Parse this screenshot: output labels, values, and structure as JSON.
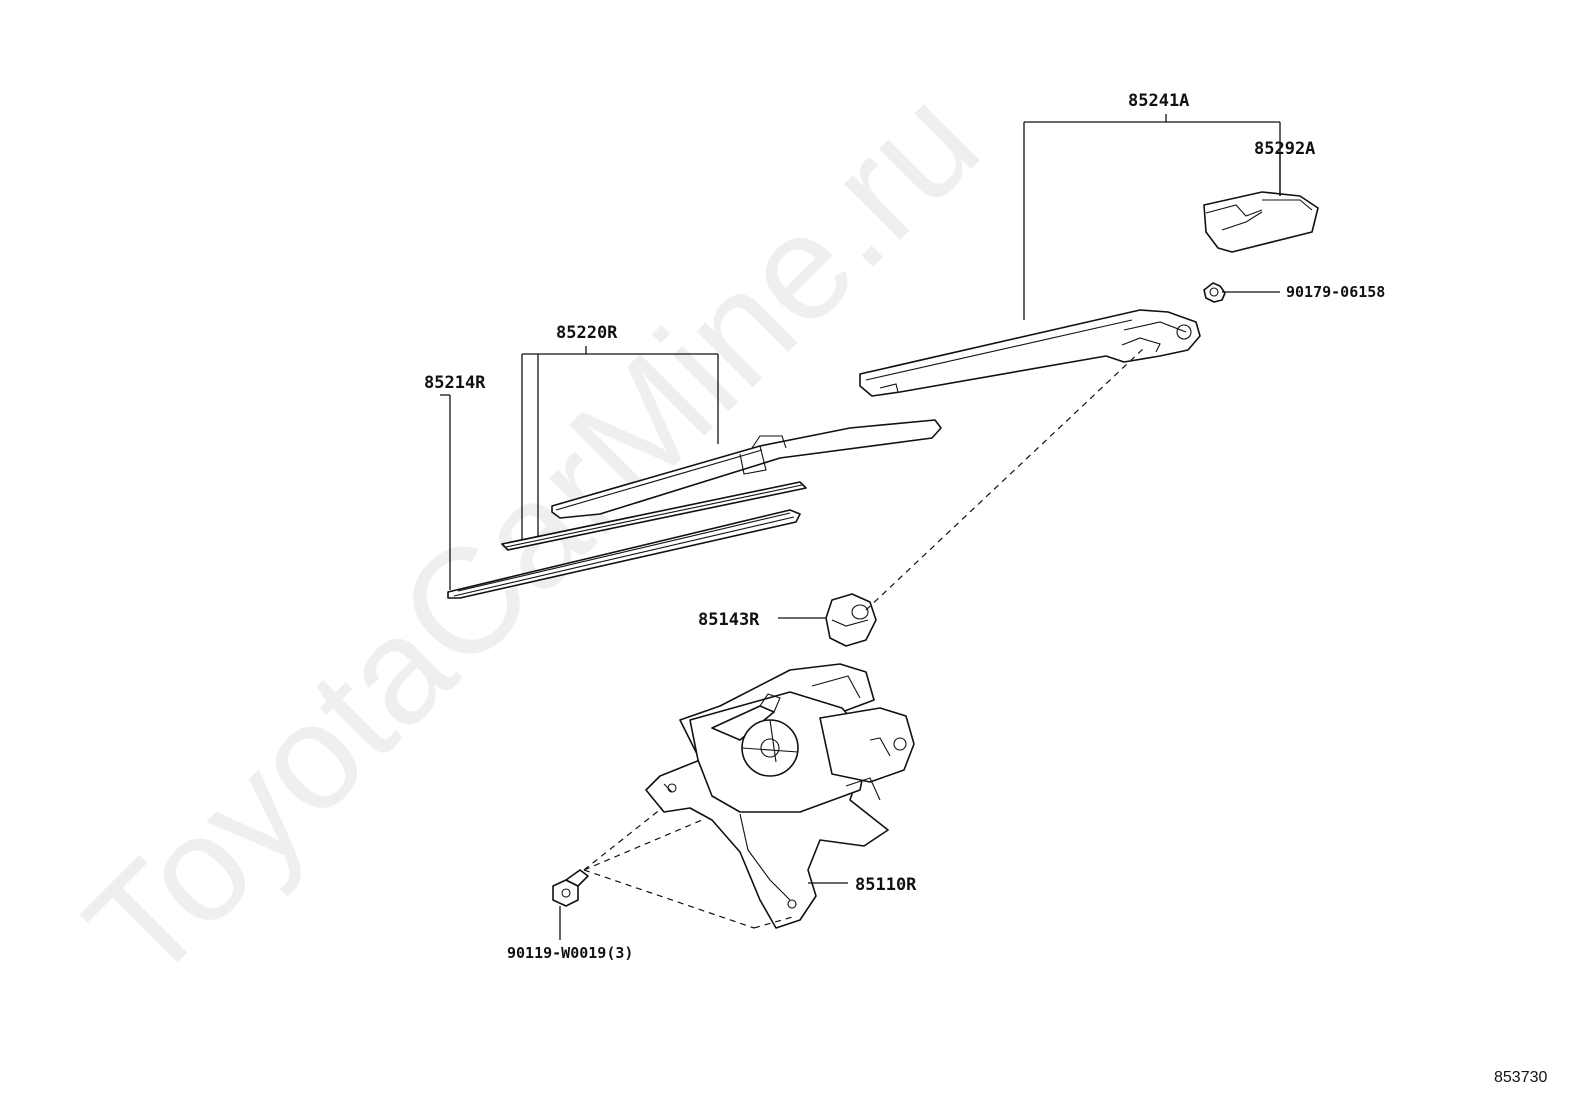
{
  "watermark": "ToyotaCarMine.ru",
  "labels": {
    "arm_assy": "85241A",
    "arm_cap": "85292A",
    "nut": "90179-06158",
    "blade_assy": "85220R",
    "blade_rubber": "85214R",
    "pivot_cap": "85143R",
    "motor": "85110R",
    "bolt": "90119-W0019(3)"
  },
  "diagram_code": "853730"
}
